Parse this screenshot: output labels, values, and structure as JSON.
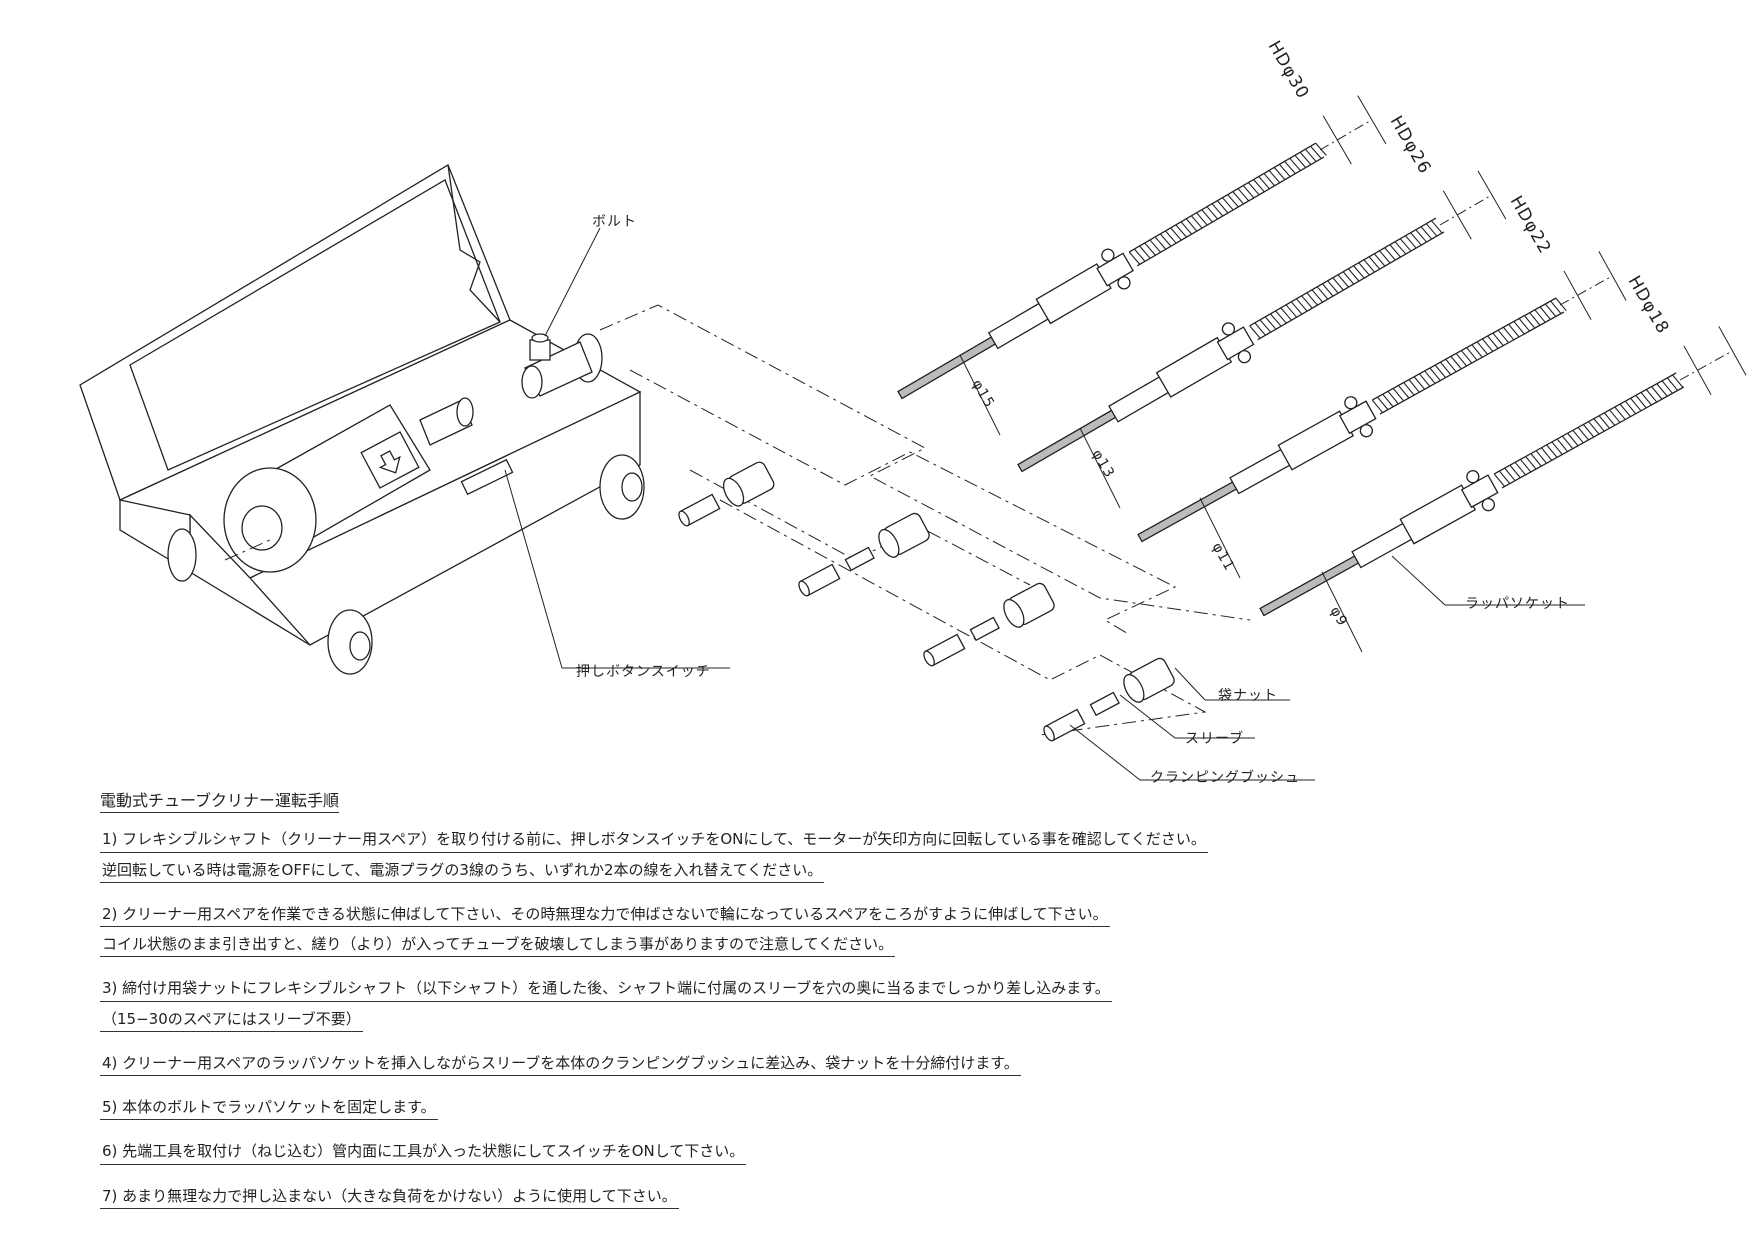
{
  "parts": {
    "bolt": "ボルト",
    "push_switch": "押しボタンスイッチ",
    "lapper_socket": "ラッパソケット",
    "bag_nut": "袋ナット",
    "sleeve": "スリーブ",
    "clamping_bush": "クランピングブッシュ"
  },
  "hoses": [
    {
      "hd": "HDφ30",
      "shaft": "φ15"
    },
    {
      "hd": "HDφ26",
      "shaft": "φ13"
    },
    {
      "hd": "HDφ22",
      "shaft": "φ11"
    },
    {
      "hd": "HDφ18",
      "shaft": "φ9"
    }
  ],
  "instructions": {
    "title": "電動式チューブクリナー運転手順",
    "steps": [
      {
        "lines": [
          "1) フレキシブルシャフト（クリーナー用スペア）を取り付ける前に、押しボタンスイッチをONにして、モーターが矢印方向に回転している事を確認してください。",
          "逆回転している時は電源をOFFにして、電源プラグの3線のうち、いずれか2本の線を入れ替えてください。"
        ]
      },
      {
        "lines": [
          "2) クリーナー用スペアを作業できる状態に伸ばして下さい、その時無理な力で伸ばさないで輪になっているスペアをころがすように伸ばして下さい。",
          "コイル状態のまま引き出すと、縒り（より）が入ってチューブを破壊してしまう事がありますので注意してください。"
        ]
      },
      {
        "lines": [
          "3) 締付け用袋ナットにフレキシブルシャフト（以下シャフト）を通した後、シャフト端に付属のスリーブを穴の奥に当るまでしっかり差し込みます。",
          "（15−30のスペアにはスリーブ不要）"
        ]
      },
      {
        "lines": [
          "4) クリーナー用スペアのラッパソケットを挿入しながらスリーブを本体のクランピングブッシュに差込み、袋ナットを十分締付けます。"
        ]
      },
      {
        "lines": [
          "5) 本体のボルトでラッパソケットを固定します。"
        ]
      },
      {
        "lines": [
          "6) 先端工具を取付け（ねじ込む）管内面に工具が入った状態にしてスイッチをONして下さい。"
        ]
      },
      {
        "lines": [
          "7) あまり無理な力で押し込まない（大きな負荷をかけない）ように使用して下さい。"
        ]
      }
    ]
  }
}
